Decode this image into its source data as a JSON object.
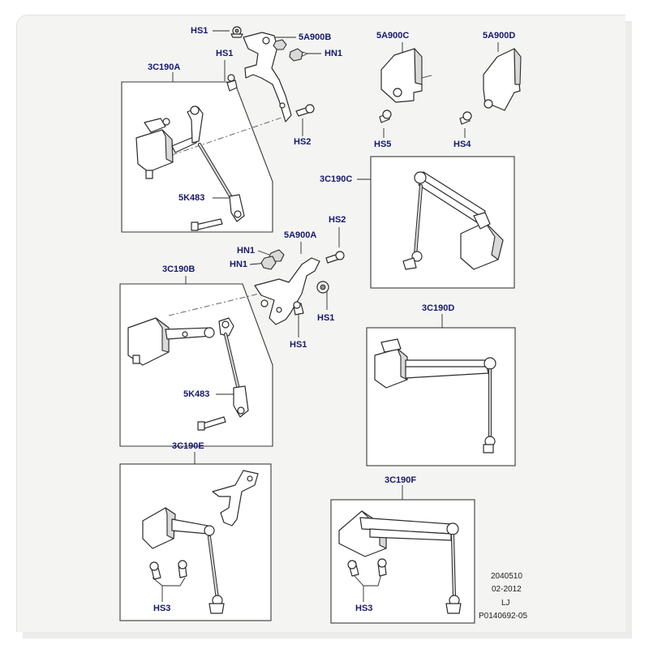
{
  "labels": {
    "hs1_top": "HS1",
    "5a900b": "5A900B",
    "hs1_mid": "HS1",
    "hn1_top": "HN1",
    "3c190a": "3C190A",
    "hs2_top": "HS2",
    "5k483_a": "5K483",
    "5a900c": "5A900C",
    "5a900d": "5A900D",
    "hs5": "HS5",
    "hs4": "HS4",
    "3c190c": "3C190C",
    "hs2_mid": "HS2",
    "5a900a": "5A900A",
    "hn1_a": "HN1",
    "hn1_b": "HN1",
    "3c190b": "3C190B",
    "hs1_right": "HS1",
    "hs1_low": "HS1",
    "5k483_b": "5K483",
    "3c190d": "3C190D",
    "3c190e": "3C190E",
    "3c190f": "3C190F",
    "hs3_e": "HS3",
    "hs3_f": "HS3"
  },
  "reference": {
    "line1": "2040510",
    "line2": "02-2012",
    "line3": "LJ",
    "line4": "P0140692-05"
  }
}
